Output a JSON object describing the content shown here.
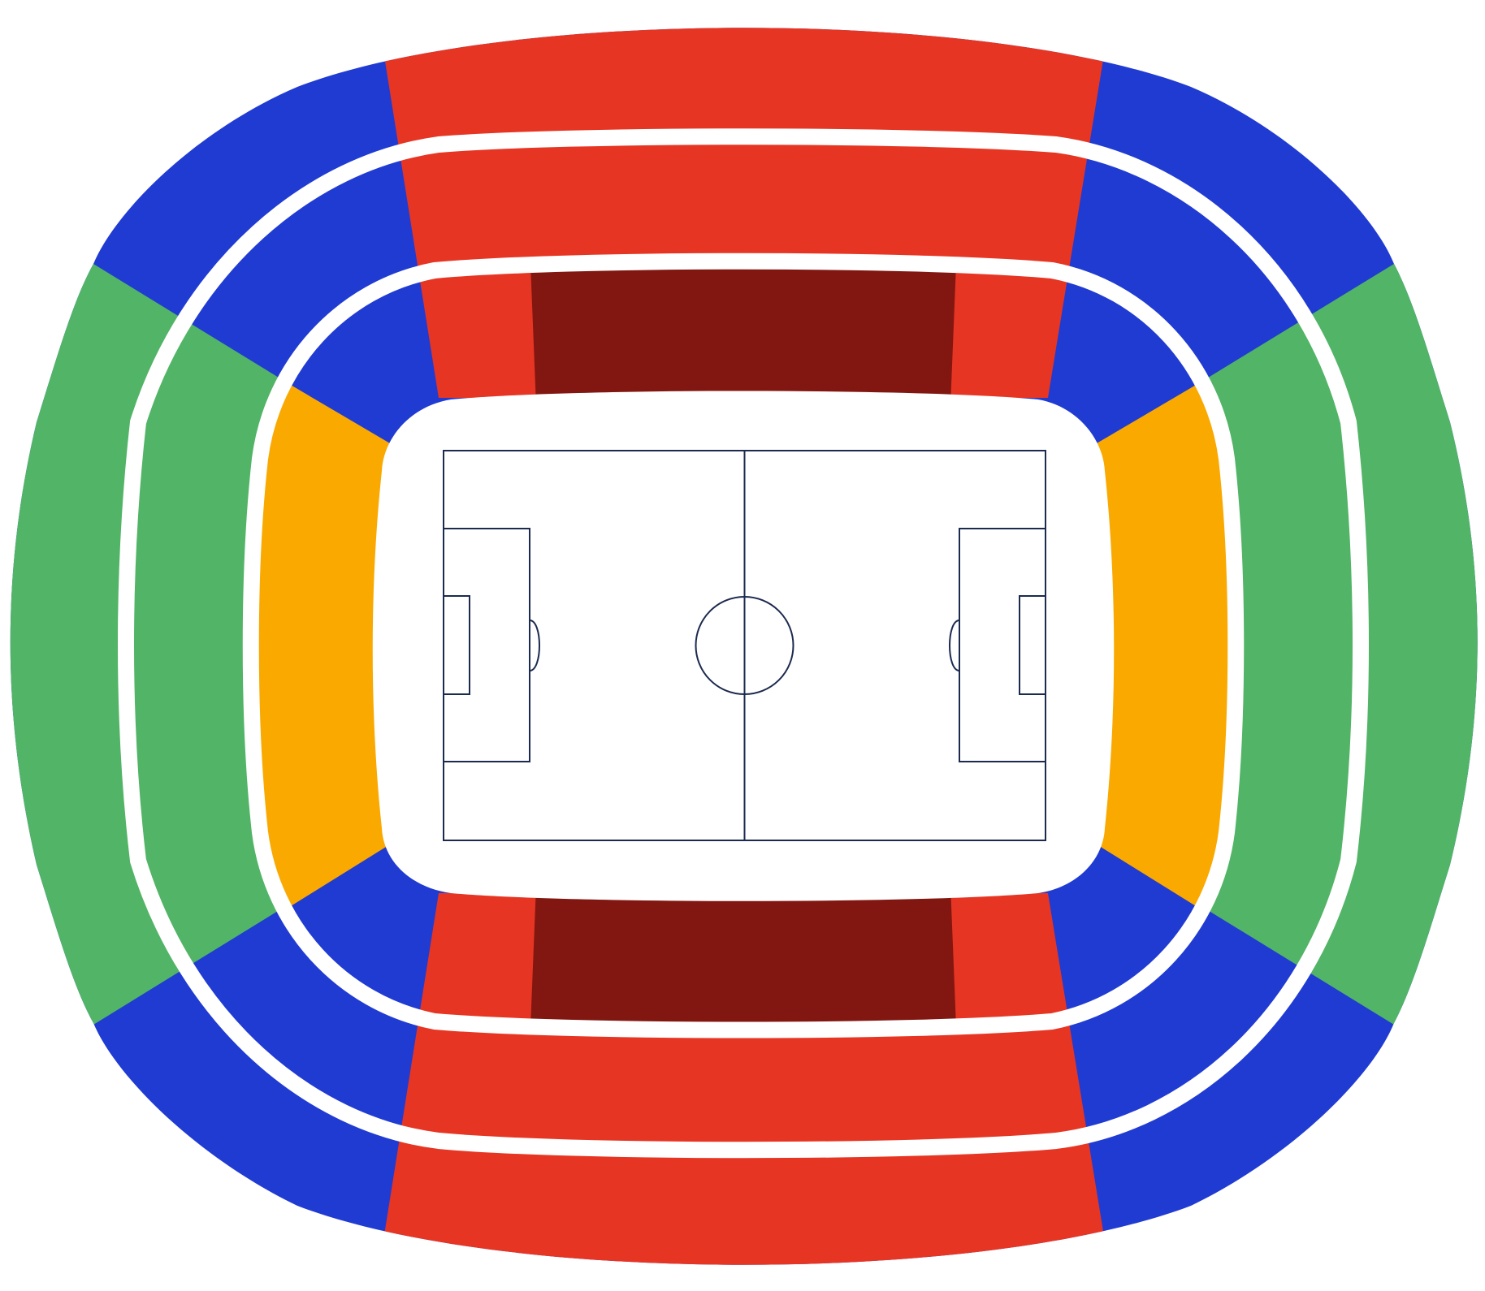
{
  "stadium_map": {
    "labels": [],
    "colors": {
      "background": "#ffffff",
      "side_upper_and_corners": "#203bd2",
      "long_side_stands": "#e73523",
      "central_lower_stands": "#821711",
      "end_outer_stands": "#52b466",
      "end_inner_stands": "#f9a900",
      "separator_rings": "#ffffff",
      "pitch_surface": "#ffffff",
      "pitch_markings": "#1c2a4f"
    },
    "sections": [
      {
        "id": "outer-bowl",
        "color_key": "side_upper_and_corners"
      },
      {
        "id": "west-end-outer",
        "color_key": "end_outer_stands"
      },
      {
        "id": "east-end-outer",
        "color_key": "end_outer_stands"
      },
      {
        "id": "north-long-side",
        "color_key": "long_side_stands"
      },
      {
        "id": "south-long-side",
        "color_key": "long_side_stands"
      },
      {
        "id": "west-end-inner",
        "color_key": "end_inner_stands"
      },
      {
        "id": "east-end-inner",
        "color_key": "end_inner_stands"
      },
      {
        "id": "north-central-lower",
        "color_key": "central_lower_stands"
      },
      {
        "id": "south-central-lower",
        "color_key": "central_lower_stands"
      }
    ]
  }
}
